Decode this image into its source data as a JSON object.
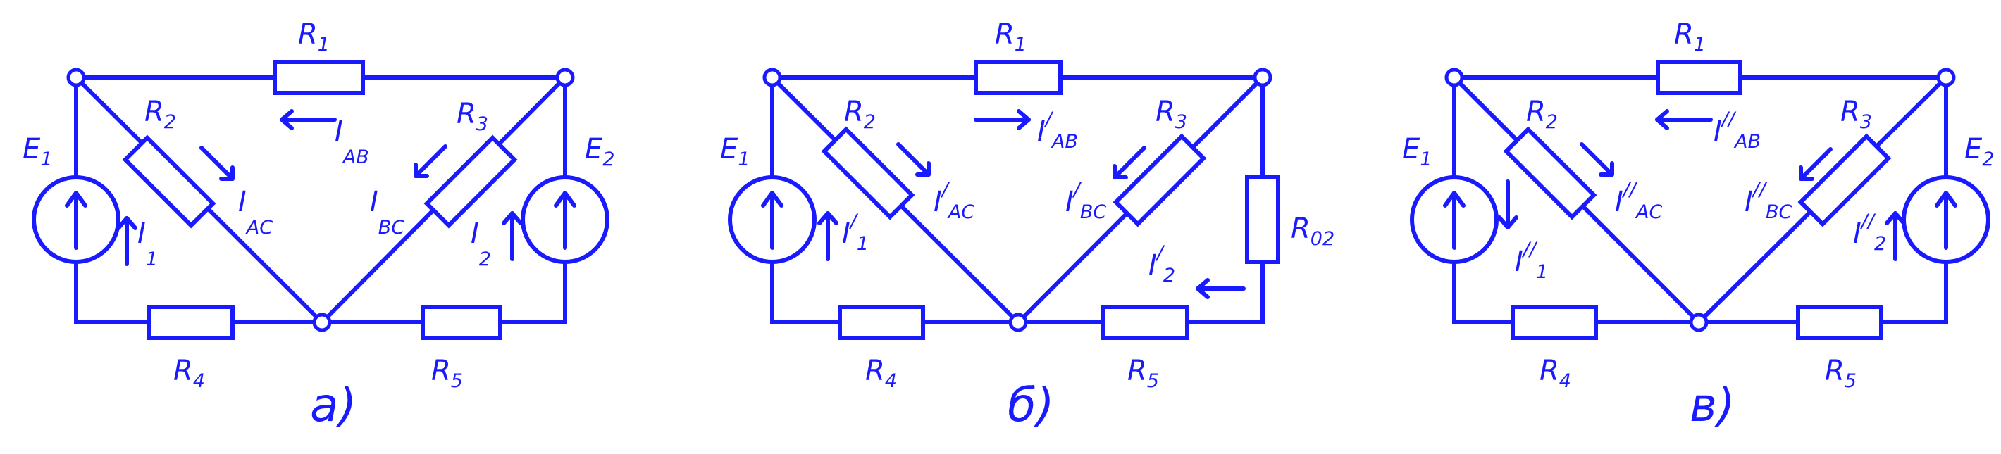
{
  "colors": {
    "ink": "#1a1aff",
    "background": "#ffffff"
  },
  "circuits": [
    {
      "caption": "а)",
      "r1": {
        "main": "R",
        "sub": "1"
      },
      "r2": {
        "main": "R",
        "sub": "2"
      },
      "r3": {
        "main": "R",
        "sub": "3"
      },
      "r4": {
        "main": "R",
        "sub": "4"
      },
      "r5": {
        "main": "R",
        "sub": "5"
      },
      "e1": {
        "main": "E",
        "sub": "1"
      },
      "e2": {
        "main": "E",
        "sub": "2"
      },
      "i_ab": {
        "main": "I",
        "sub": "AB",
        "sup": ""
      },
      "i_ac": {
        "main": "I",
        "sub": "AC",
        "sup": ""
      },
      "i_bc": {
        "main": "I",
        "sub": "BC",
        "sup": ""
      },
      "i1": {
        "main": "I",
        "sub": "1",
        "sup": ""
      },
      "i2": {
        "main": "I",
        "sub": "2",
        "sup": ""
      }
    },
    {
      "caption": "б)",
      "r1": {
        "main": "R",
        "sub": "1"
      },
      "r2": {
        "main": "R",
        "sub": "2"
      },
      "r3": {
        "main": "R",
        "sub": "3"
      },
      "r4": {
        "main": "R",
        "sub": "4"
      },
      "r5": {
        "main": "R",
        "sub": "5"
      },
      "r02": {
        "main": "R",
        "sub": "02"
      },
      "e1": {
        "main": "E",
        "sub": "1"
      },
      "i_ab": {
        "main": "I",
        "sub": "AB",
        "sup": "/"
      },
      "i_ac": {
        "main": "I",
        "sub": "AC",
        "sup": "/"
      },
      "i_bc": {
        "main": "I",
        "sub": "BC",
        "sup": "/"
      },
      "i1": {
        "main": "I",
        "sub": "1",
        "sup": "/"
      },
      "i2": {
        "main": "I",
        "sub": "2",
        "sup": "/"
      }
    },
    {
      "caption": "в)",
      "r1": {
        "main": "R",
        "sub": "1"
      },
      "r2": {
        "main": "R",
        "sub": "2"
      },
      "r3": {
        "main": "R",
        "sub": "3"
      },
      "r4": {
        "main": "R",
        "sub": "4"
      },
      "r5": {
        "main": "R",
        "sub": "5"
      },
      "e1": {
        "main": "E",
        "sub": "1"
      },
      "e2": {
        "main": "E",
        "sub": "2"
      },
      "i_ab": {
        "main": "I",
        "sub": "AB",
        "sup": "//"
      },
      "i_ac": {
        "main": "I",
        "sub": "AC",
        "sup": "//"
      },
      "i_bc": {
        "main": "I",
        "sub": "BC",
        "sup": "//"
      },
      "i1": {
        "main": "I",
        "sub": "1",
        "sup": "//"
      },
      "i2": {
        "main": "I",
        "sub": "2",
        "sup": "//"
      }
    }
  ]
}
